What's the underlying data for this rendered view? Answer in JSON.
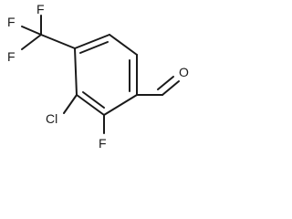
{
  "structure": {
    "atoms": {
      "f_top": "F",
      "f_left_top": "F",
      "f_left_bottom": "F",
      "chlorine": "Cl",
      "fluorine_ring": "F",
      "oxygen": "O"
    },
    "colors": {
      "ink": "#1a1a1a",
      "background": "#ffffff"
    }
  }
}
